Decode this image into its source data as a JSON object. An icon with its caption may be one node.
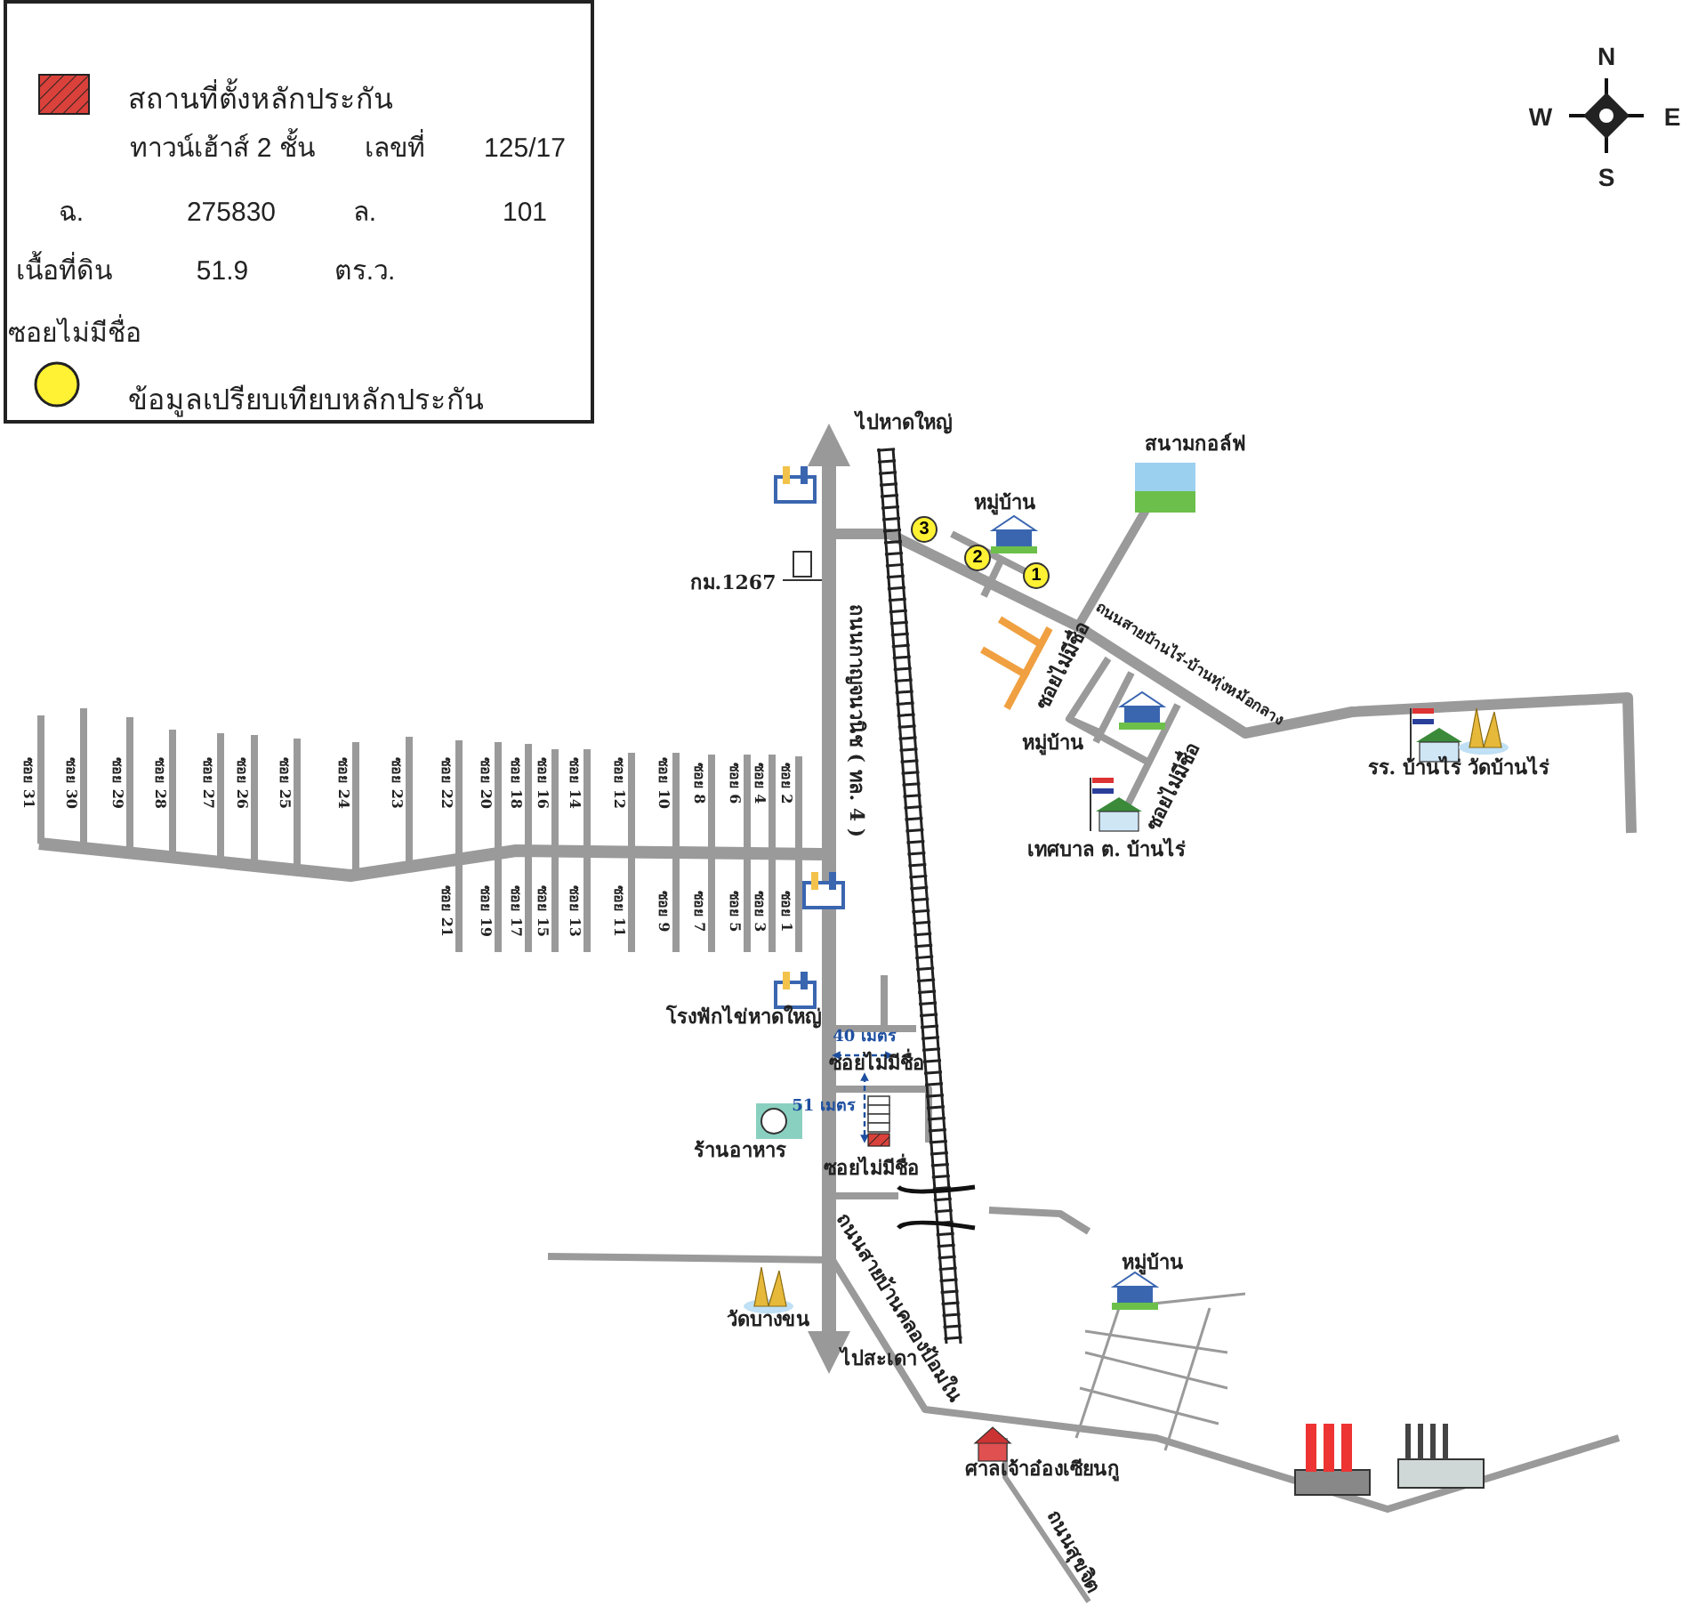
{
  "diagram": {
    "nodes": [
      {
        "text": [
          "3"
        ]
      },
      {
        "text": [
          "2"
        ]
      },
      {
        "text": [
          "1"
        ]
      }
    ],
    "labels": [
      "ทาวน์เฮ้าส์ 2 ชั้น",
      "เลขที่",
      "125/17",
      "ฉ.",
      "275830",
      "ล.",
      "101",
      "เนื้อที่ดิน",
      "51.9",
      "ตร.ว.",
      "ซอยไม่มีชื่อ",
      "N",
      "W",
      "E",
      "S",
      "ไปหาดใหญ่",
      "สนามกอล์ฟ",
      "หมู่บ้าน",
      "กม.1267",
      "ซอยไม่มีชื่อ",
      "ถนนสายบ้านไร่-บ้านทุ่งหม้อกลาง",
      "ถนนกาญจนวนิช ( ทล. 4 )",
      "หมู่บ้าน",
      "ซอยไม่มีชื่อ",
      "รร. บ้านไร่ วัดบ้านไร่",
      "เทศบาล ต. บ้านไร่",
      "ซอย 31",
      "ซอย 30",
      "ซอย 29",
      "ซอย 28",
      "ซอย 27",
      "ซอย 26",
      "ซอย 25",
      "ซอย 24",
      "ซอย 23",
      "ซอย 22",
      "ซอย 20",
      "ซอย 18",
      "ซอย 16",
      "ซอย 14",
      "ซอย 12",
      "ซอย 10",
      "ซอย 8",
      "ซอย 6",
      "ซอย 4",
      "ซอย 2",
      "ซอย 21",
      "ซอย 19",
      "ซอย 17",
      "ซอย 15",
      "ซอย 13",
      "ซอย 11",
      "ซอย 9",
      "ซอย 7",
      "ซอย 5",
      "ซอย 3",
      "ซอย 1",
      "โรงฟักไข่หาดใหญ่",
      "40 เมตร",
      "ซอยไม่มีชื่อ",
      "51 เมตร",
      "ร้านอาหาร",
      "ซอยไม่มีชื่อ",
      "หมู่บ้าน",
      "วัดบางขน",
      "ไปสะเดา",
      "ถนนสายบ้านคลองป้อมใน",
      "ศาลเจ้าอ๋องเซียนกู",
      "ถนนสุขจิต"
    ],
    "legend": [
      {
        "text": "สถานที่ตั้งหลักประกัน",
        "color": "#d9413a"
      },
      {
        "text": "ข้อมูลเปรียบเทียบหลักประกัน",
        "color": "#fff133"
      }
    ]
  }
}
